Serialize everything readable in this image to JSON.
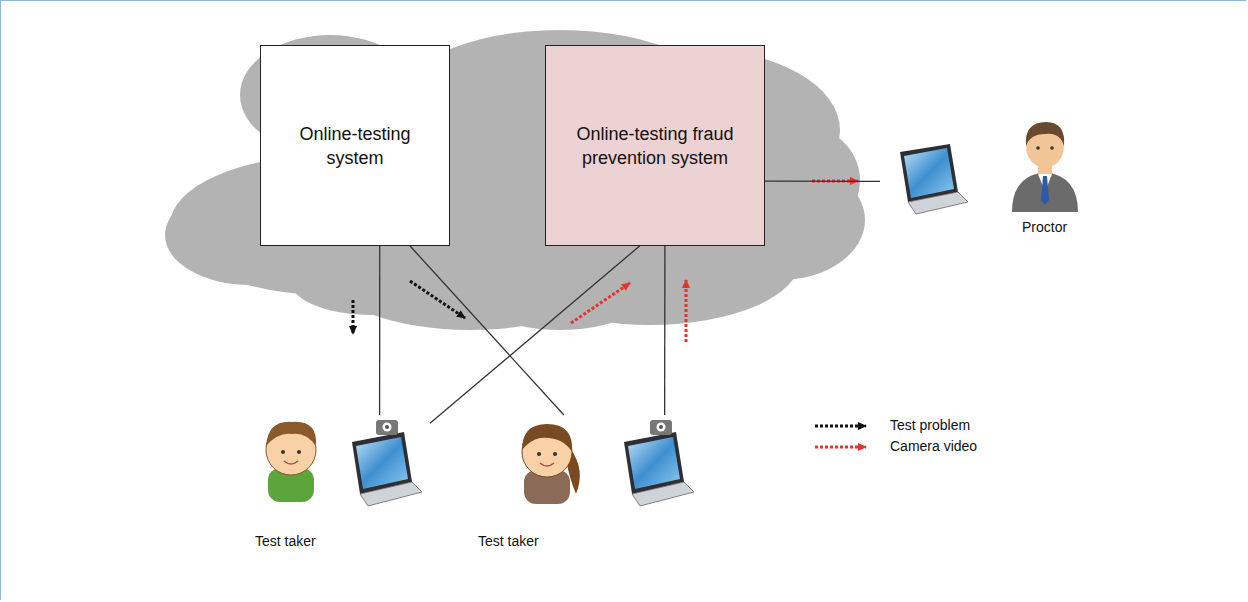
{
  "diagram": {
    "nodes": [
      {
        "text": [
          "Online-testing system"
        ]
      },
      {
        "text": [
          "Online-testing fraud prevention system"
        ]
      },
      {
        "text": [
          "Test taker"
        ]
      },
      {
        "text": [
          "Test taker"
        ]
      },
      {
        "text": [
          "Proctor"
        ]
      }
    ],
    "edges": [
      {
        "from": 0,
        "to": 2,
        "arrow": "none"
      },
      {
        "from": 0,
        "to": 3,
        "arrow": "none"
      },
      {
        "from": 1,
        "to": 2,
        "arrow": "none"
      },
      {
        "from": 1,
        "to": 3,
        "arrow": "none"
      },
      {
        "from": 1,
        "to": 4,
        "arrow": "none"
      }
    ],
    "legend": [
      {
        "text": "Test problem"
      },
      {
        "text": "Camera video"
      }
    ]
  }
}
